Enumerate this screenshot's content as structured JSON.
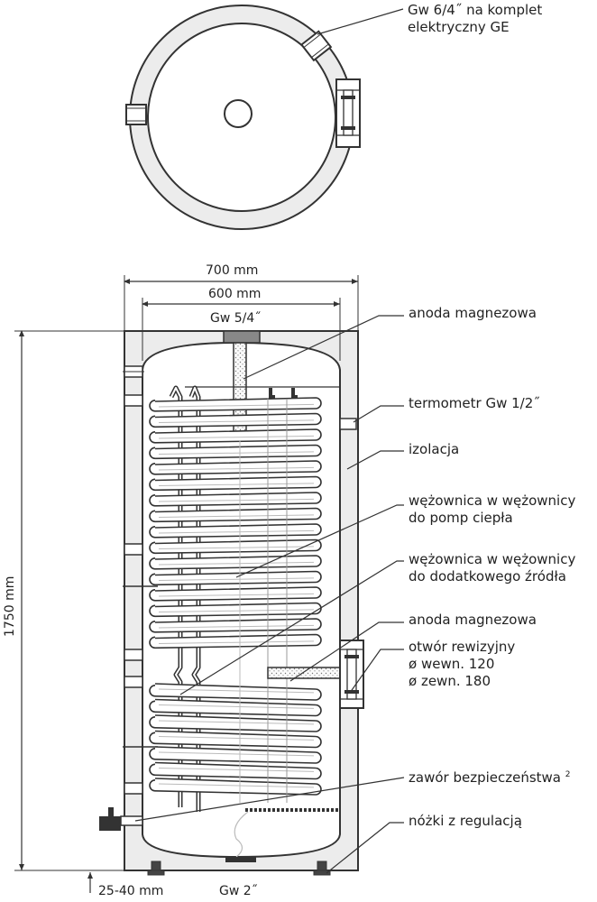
{
  "top_view": {
    "label_line1": "Gw 6/4˝ na komplet",
    "label_line2": "elektryczny GE"
  },
  "dimensions": {
    "outer_width": "700 mm",
    "inner_width": "600 mm",
    "top_connection": "Gw 5/4˝",
    "height": "1750 mm",
    "feet_adjust": "25-40 mm",
    "bottom_connection": "Gw 2˝"
  },
  "labels": {
    "anode_top": "anoda magnezowa",
    "thermometer": "termometr Gw 1/2˝",
    "insulation": "izolacja",
    "coil_hp_line1": "wężownica w wężownicy",
    "coil_hp_line2": "do pomp ciepła",
    "coil_aux_line1": "wężownica w wężownicy",
    "coil_aux_line2": "do dodatkowego źródła",
    "anode_bottom": "anoda magnezowa",
    "inspection_line1": "otwór rewizyjny",
    "inspection_line2": "ø wewn. 120",
    "inspection_line3": "ø zewn. 180",
    "safety_valve": "zawór bezpieczeństwa",
    "safety_valve_note": "2",
    "feet": "nóżki z regulacją"
  }
}
